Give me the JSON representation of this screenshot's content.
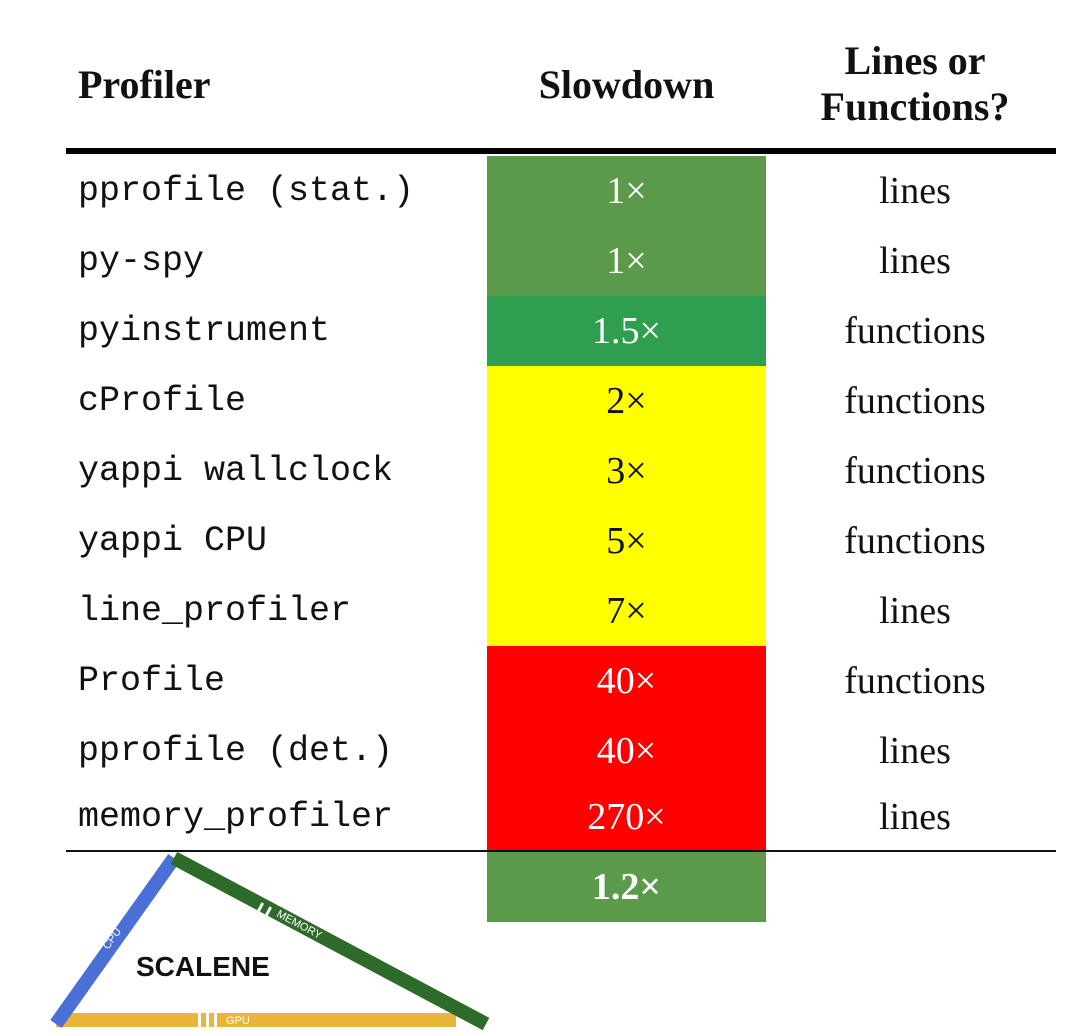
{
  "table": {
    "headers": {
      "profiler": "Profiler",
      "slowdown": "Slowdown",
      "kind_line1": "Lines or",
      "kind_line2": "Functions?"
    },
    "rows": [
      {
        "name": "pprofile (stat.)",
        "slowdown": "1×",
        "kind": "lines",
        "color": "#5a9a4a",
        "text_color": "#ffffff"
      },
      {
        "name": "py-spy",
        "slowdown": "1×",
        "kind": "lines",
        "color": "#5a9a4a",
        "text_color": "#ffffff"
      },
      {
        "name": "pyinstrument",
        "slowdown": "1.5×",
        "kind": "functions",
        "color": "#2e9e4f",
        "text_color": "#ffffff"
      },
      {
        "name": "cProfile",
        "slowdown": "2×",
        "kind": "functions",
        "color": "#ffff00",
        "text_color": "#111111"
      },
      {
        "name": "yappi wallclock",
        "slowdown": "3×",
        "kind": "functions",
        "color": "#ffff00",
        "text_color": "#111111"
      },
      {
        "name": "yappi CPU",
        "slowdown": "5×",
        "kind": "functions",
        "color": "#ffff00",
        "text_color": "#111111"
      },
      {
        "name": "line_profiler",
        "slowdown": "7×",
        "kind": "lines",
        "color": "#ffff00",
        "text_color": "#111111"
      },
      {
        "name": "Profile",
        "slowdown": "40×",
        "kind": "functions",
        "color": "#ff0000",
        "text_color": "#ffffff"
      },
      {
        "name": "pprofile (det.)",
        "slowdown": "40×",
        "kind": "lines",
        "color": "#ff0000",
        "text_color": "#ffffff"
      },
      {
        "name": "memory_profiler",
        "slowdown": "270×",
        "kind": "lines",
        "color": "#ff0000",
        "text_color": "#ffffff"
      }
    ],
    "scalene": {
      "slowdown": "1.2×",
      "color": "#5a9a4a",
      "text_color": "#ffffff"
    }
  },
  "logo": {
    "wordmark": "SCALENE",
    "cpu_label": "CPU",
    "memory_label": "MEMORY",
    "gpu_label": "GPU",
    "cpu_color": "#4a6fd6",
    "memory_color": "#2e6b2a",
    "gpu_color": "#e9b53a"
  }
}
